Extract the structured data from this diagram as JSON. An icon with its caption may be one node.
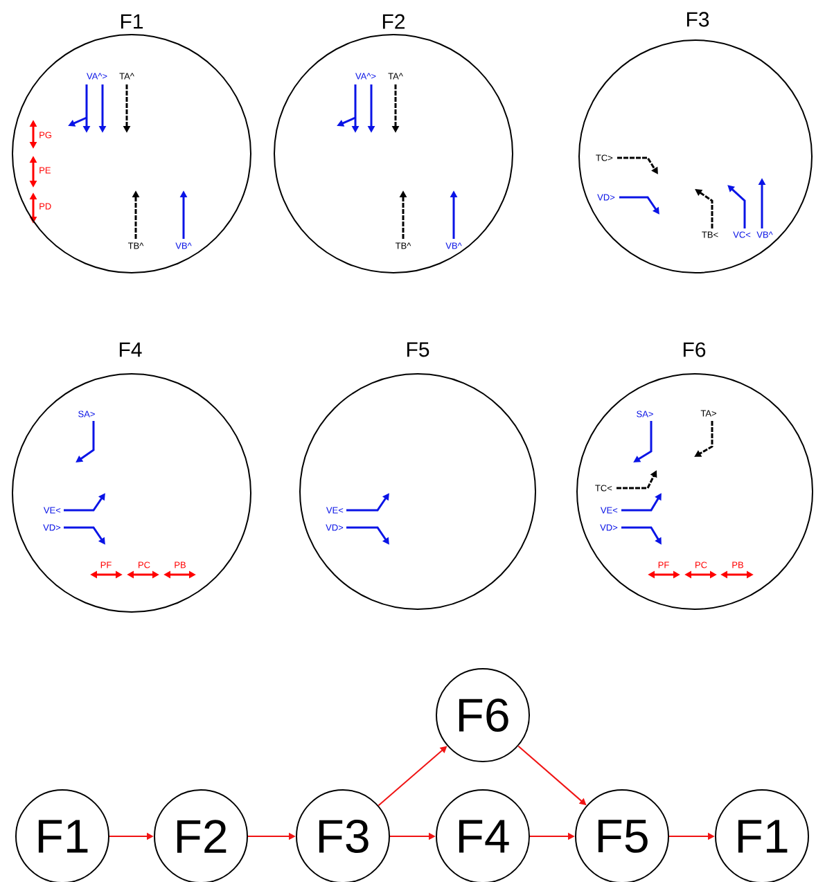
{
  "diagram": {
    "nodes": [
      {
        "text": [
          "F1",
          "VA^>",
          "TA^",
          "PG",
          "PE",
          "PD",
          "TB^",
          "VB^"
        ]
      },
      {
        "text": [
          "F2",
          "VA^>",
          "TA^",
          "TB^",
          "VB^"
        ]
      },
      {
        "text": [
          "F3",
          "TC>",
          "VD>",
          "TB<",
          "VC<",
          "VB^"
        ]
      },
      {
        "text": [
          "F4",
          "SA>",
          "VE<",
          "VD>",
          "PF",
          "PC",
          "PB"
        ]
      },
      {
        "text": [
          "F5",
          "VE<",
          "VD>"
        ]
      },
      {
        "text": [
          "F6",
          "SA>",
          "TA>",
          "TC<",
          "VE<",
          "VD>",
          "PF",
          "PC",
          "PB"
        ]
      },
      {
        "text": [
          "F6"
        ]
      },
      {
        "text": [
          "F1"
        ]
      },
      {
        "text": [
          "F2"
        ]
      },
      {
        "text": [
          "F3"
        ]
      },
      {
        "text": [
          "F4"
        ]
      },
      {
        "text": [
          "F5"
        ]
      },
      {
        "text": [
          "F1"
        ]
      }
    ],
    "edges": [
      {
        "from": 7,
        "to": 8,
        "arrow": "to"
      },
      {
        "from": 8,
        "to": 9,
        "arrow": "to"
      },
      {
        "from": 9,
        "to": 10,
        "arrow": "to"
      },
      {
        "from": 10,
        "to": 11,
        "arrow": "to"
      },
      {
        "from": 11,
        "to": 12,
        "arrow": "to"
      },
      {
        "from": 9,
        "to": 6,
        "arrow": "to"
      },
      {
        "from": 6,
        "to": 11,
        "arrow": "to"
      }
    ]
  }
}
